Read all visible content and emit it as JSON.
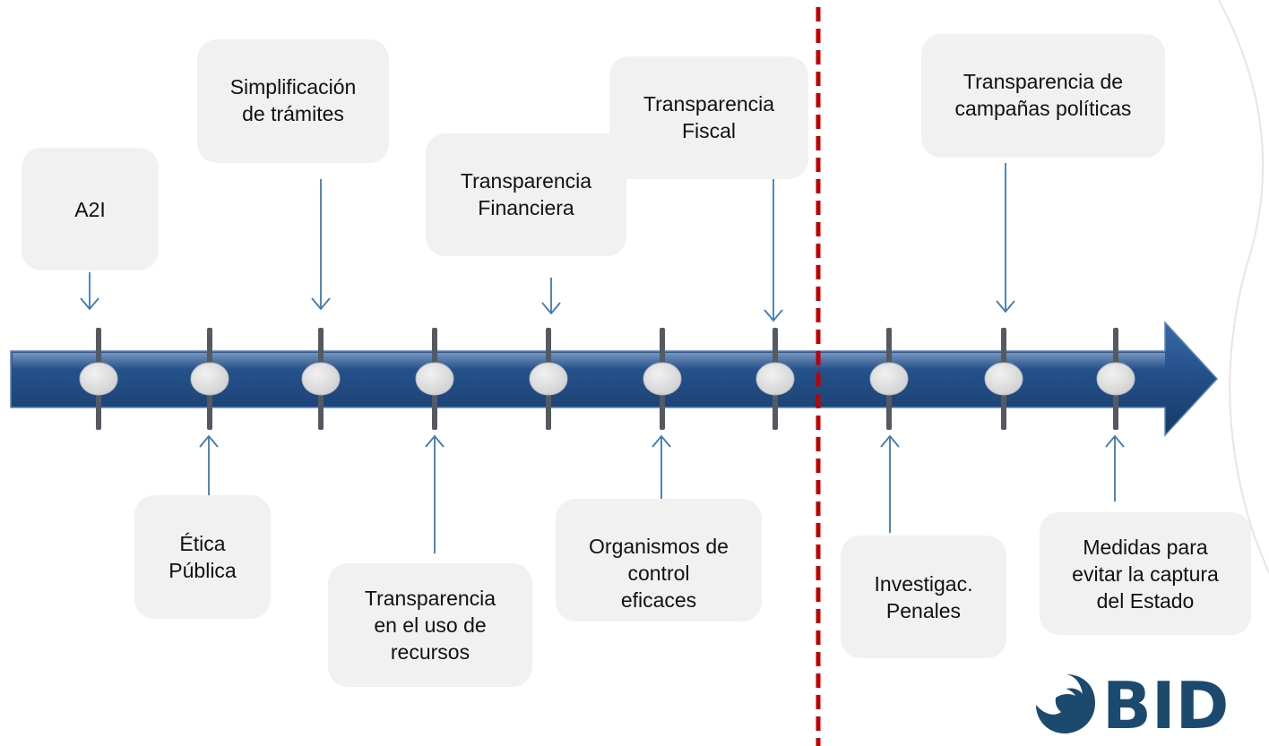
{
  "timeline": {
    "items": [
      {
        "id": "a2i",
        "label": "A2I",
        "side": "above"
      },
      {
        "id": "etica",
        "label": "Ética\nPública",
        "side": "below"
      },
      {
        "id": "simplificacion",
        "label": "Simplificación\nde trámites",
        "side": "above"
      },
      {
        "id": "recursos",
        "label": "Transparencia\nen el uso de\nrecursos",
        "side": "below"
      },
      {
        "id": "financiera",
        "label": "Transparencia\nFinanciera",
        "side": "above"
      },
      {
        "id": "organismos",
        "label": "Organismos  de\ncontrol\neficaces",
        "side": "below"
      },
      {
        "id": "fiscal",
        "label": "Transparencia\nFiscal",
        "side": "above"
      },
      {
        "id": "penales",
        "label": "Investigac.\nPenales",
        "side": "below"
      },
      {
        "id": "campanas",
        "label": "Transparencia de\ncampañas políticas",
        "side": "above"
      },
      {
        "id": "captura",
        "label": "Medidas para\nevitar la captura\ndel Estado",
        "side": "below"
      }
    ]
  },
  "logo": {
    "text": "BID",
    "color": "#1c4a6e"
  },
  "colors": {
    "arrow_dark": "#1f4777",
    "arrow_light": "#4d7fb8",
    "connector": "#3f79b0",
    "divider": "#c00000",
    "node": "#d9d9d9",
    "box": "#f1f1f1"
  }
}
